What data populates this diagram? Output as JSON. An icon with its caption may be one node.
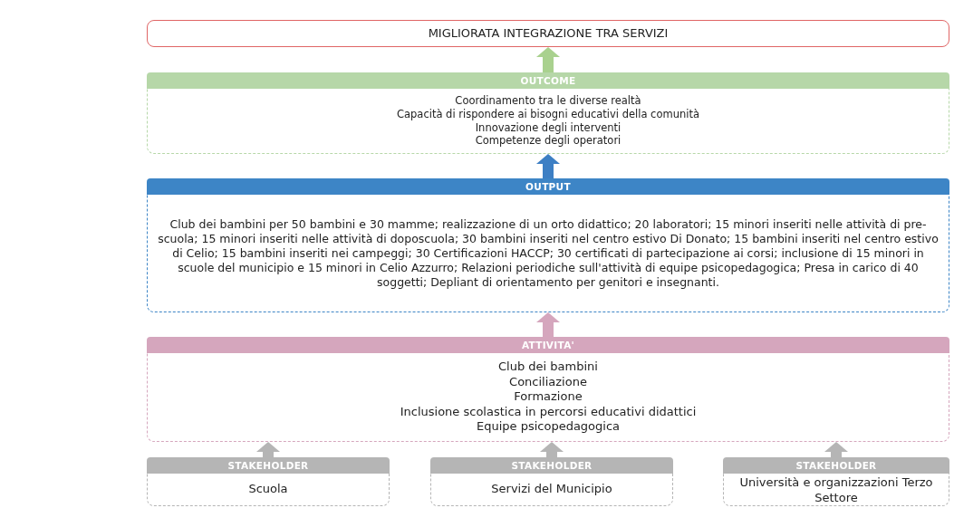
{
  "diagram": {
    "nodes": [
      {
        "text": [
          "MIGLIORATA INTEGRAZIONE TRA SERVIZI"
        ]
      },
      {
        "text": [
          "OUTCOME",
          "Coordinamento tra le diverse realtà",
          "Capacità di rispondere ai bisogni educativi della comunità",
          "Innovazione degli interventi",
          "Competenze degli operatori"
        ]
      },
      {
        "text": [
          "OUTPUT",
          "Club dei bambini per 50 bambini e 30 mamme; realizzazione di un orto didattico; 20 laboratori; 15 minori inseriti nelle attività di pre-scuola; 15 minori inseriti nelle attività di doposcuola; 30 bambini inseriti nel centro estivo Di Donato; 15 bambini inseriti nel centro estivo di Celio; 15 bambini inseriti nei campeggi; 30 Certificazioni HACCP; 30 certificati di partecipazione ai corsi; inclusione di 15 minori in scuole del municipio e 15 minori in Celio Azzurro; Relazioni periodiche sull'attività di equipe psicopedagogica; Presa in carico di 40 soggetti; Depliant di orientamento per genitori e insegnanti."
        ]
      },
      {
        "text": [
          "ATTIVITA'",
          "Club dei bambini",
          "Conciliazione",
          "Formazione",
          "Inclusione scolastica in percorsi educativi didattici",
          "Equipe psicopedagogica"
        ]
      },
      {
        "text": [
          "STAKEHOLDER",
          "Scuola"
        ]
      },
      {
        "text": [
          "STAKEHOLDER",
          "Servizi del Municipio"
        ]
      },
      {
        "text": [
          "STAKEHOLDER",
          "Università e organizzazioni Terzo Settore"
        ]
      }
    ],
    "edges": [
      {
        "from": 1,
        "to": 0,
        "arrow": "to",
        "color": "#a9d18e"
      },
      {
        "from": 2,
        "to": 1,
        "arrow": "to",
        "color": "#3d7fc4"
      },
      {
        "from": 3,
        "to": 2,
        "arrow": "to",
        "color": "#d5a6bd"
      },
      {
        "from": 4,
        "to": 3,
        "arrow": "to"
      },
      {
        "from": 5,
        "to": 3,
        "arrow": "to"
      },
      {
        "from": 6,
        "to": 3,
        "arrow": "to"
      }
    ]
  }
}
